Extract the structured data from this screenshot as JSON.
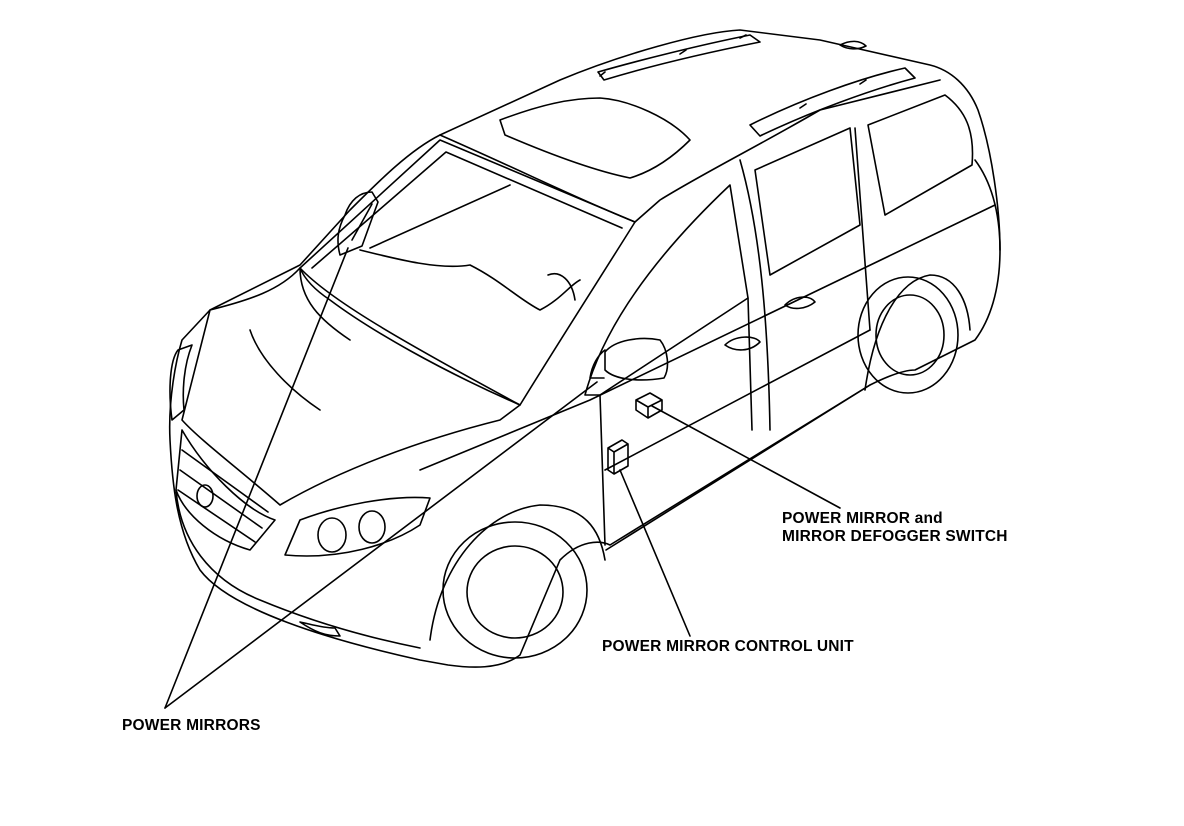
{
  "diagram": {
    "colors": {
      "line": "#000000",
      "background": "#ffffff"
    },
    "callouts": {
      "power_mirrors": "POWER MIRRORS",
      "switch_line1": "POWER MIRROR and",
      "switch_line2": "MIRROR DEFOGGER SWITCH",
      "control_unit": "POWER MIRROR CONTROL UNIT"
    }
  }
}
